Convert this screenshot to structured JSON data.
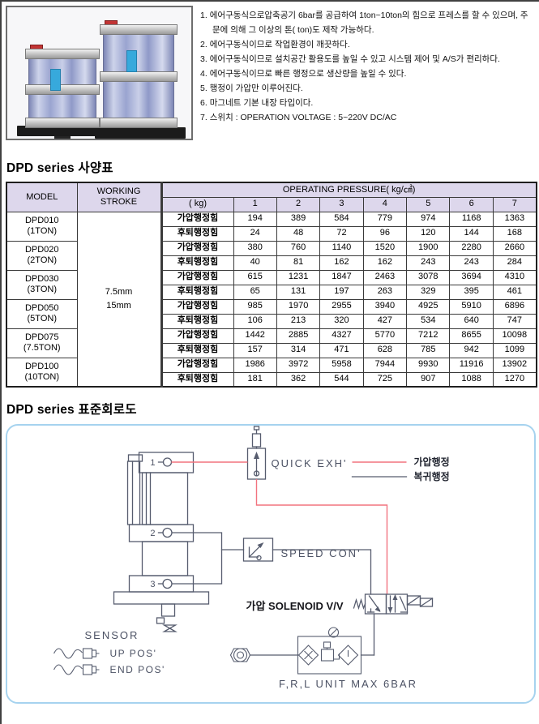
{
  "features": {
    "items": [
      {
        "num": "1.",
        "text": "에어구동식으로압축공기 6bar를 공급하여 1ton~10ton의 힘으로 프레스를 할 수 있으며, 주문에 의해 그 이상의 톤( ton)도 제작 가능하다."
      },
      {
        "num": "2.",
        "text": "에어구동식이므로 작업환경이 깨끗하다."
      },
      {
        "num": "3.",
        "text": "에어구동식이므로 설치공간 활용도를 높일 수 있고 시스템 제어 및 A/S가 편리하다."
      },
      {
        "num": "4.",
        "text": "에어구동식이므로 빠른 행정으로 생산량을 높일 수 있다."
      },
      {
        "num": "5.",
        "text": "행정이 가압만 이루어진다."
      },
      {
        "num": "6.",
        "text": "마그네트 기본 내장 타입이다."
      },
      {
        "num": "7.",
        "text": "스위치 : OPERATION VOLTAGE : 5~220V DC/AC"
      }
    ]
  },
  "spec_table": {
    "heading": "DPD series 사양표",
    "col_model": "MODEL",
    "col_stroke_line1": "WORKING",
    "col_stroke_line2": "STROKE",
    "col_pressure": "OPERATING PRESSURE( kg/㎠)",
    "sub_kg": "( kg)",
    "pressure_cols": [
      "1",
      "2",
      "3",
      "4",
      "5",
      "6",
      "7"
    ],
    "working_stroke": [
      "7.5mm",
      "15mm"
    ],
    "row_label_press": "가압행정힘",
    "row_label_return": "후퇴행정힘",
    "header_bg": "#ddd7ec",
    "models": [
      {
        "name": "DPD010",
        "ton": "(1TON)",
        "press": [
          194,
          389,
          584,
          779,
          974,
          1168,
          1363
        ],
        "return": [
          24,
          48,
          72,
          96,
          120,
          144,
          168
        ]
      },
      {
        "name": "DPD020",
        "ton": "(2TON)",
        "press": [
          380,
          760,
          1140,
          1520,
          1900,
          2280,
          2660
        ],
        "return": [
          40,
          81,
          162,
          162,
          243,
          243,
          284
        ]
      },
      {
        "name": "DPD030",
        "ton": "(3TON)",
        "press": [
          615,
          1231,
          1847,
          2463,
          3078,
          3694,
          4310
        ],
        "return": [
          65,
          131,
          197,
          263,
          329,
          395,
          461
        ]
      },
      {
        "name": "DPD050",
        "ton": "(5TON)",
        "press": [
          985,
          1970,
          2955,
          3940,
          4925,
          5910,
          6896
        ],
        "return": [
          106,
          213,
          320,
          427,
          534,
          640,
          747
        ]
      },
      {
        "name": "DPD075",
        "ton": "(7.5TON)",
        "press": [
          1442,
          2885,
          4327,
          5770,
          7212,
          8655,
          10098
        ],
        "return": [
          157,
          314,
          471,
          628,
          785,
          942,
          1099
        ]
      },
      {
        "name": "DPD100",
        "ton": "(10TON)",
        "press": [
          1986,
          3972,
          5958,
          7944,
          9930,
          11916,
          13902
        ],
        "return": [
          181,
          362,
          544,
          725,
          907,
          1088,
          1270
        ]
      }
    ]
  },
  "circuit": {
    "heading": "DPD series 표준회로도",
    "labels": {
      "port1": "1",
      "port2": "2",
      "port3": "3",
      "quick_exh": "QUICK EXH'",
      "legend_press": "가압행정",
      "legend_return": "복귀행정",
      "speed_con": "SPEED CON'",
      "solenoid": "가압 SOLENOID V/V",
      "sensor": "SENSOR",
      "up_pos": "UP POS'",
      "end_pos": "END POS'",
      "frl": "F,R,L  UNIT  MAX  6BAR"
    },
    "colors": {
      "press_line": "#f2737f",
      "return_line": "#565c6e",
      "box_border": "#a6d3ef"
    }
  }
}
